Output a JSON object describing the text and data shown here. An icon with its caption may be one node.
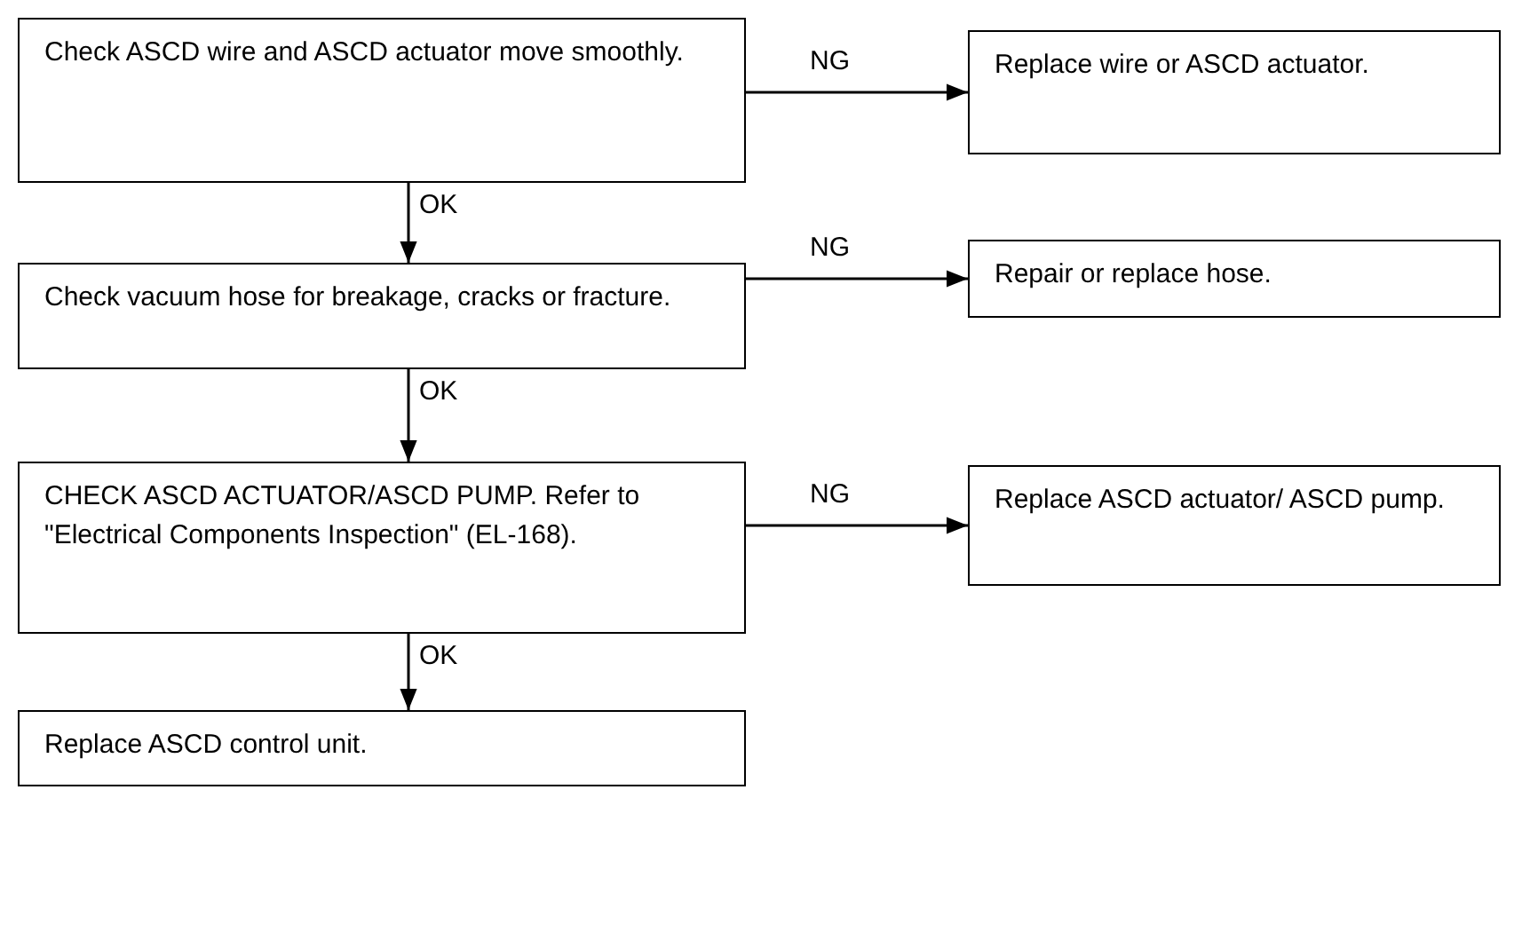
{
  "diagram": {
    "nodes": [
      {
        "text": [
          "Check ASCD wire and ASCD actuator move smoothly."
        ]
      },
      {
        "text": [
          "Replace wire or ASCD actuator."
        ]
      },
      {
        "text": [
          "Check vacuum hose for breakage, cracks or fracture."
        ]
      },
      {
        "text": [
          "Repair or replace hose."
        ]
      },
      {
        "text": [
          "CHECK ASCD ACTUATOR/ASCD PUMP. Refer to \"Electrical Components Inspection\" (EL-168)."
        ]
      },
      {
        "text": [
          "Replace ASCD actuator/ ASCD pump."
        ]
      },
      {
        "text": [
          "Replace ASCD control unit."
        ]
      }
    ],
    "edges": [
      {
        "from": 0,
        "to": 1,
        "arrow": "to",
        "label": "NG"
      },
      {
        "from": 0,
        "to": 2,
        "arrow": "to",
        "label": "OK"
      },
      {
        "from": 2,
        "to": 3,
        "arrow": "to",
        "label": "NG"
      },
      {
        "from": 2,
        "to": 4,
        "arrow": "to",
        "label": "OK"
      },
      {
        "from": 4,
        "to": 5,
        "arrow": "to",
        "label": "NG"
      },
      {
        "from": 4,
        "to": 6,
        "arrow": "to",
        "label": "OK"
      }
    ]
  }
}
